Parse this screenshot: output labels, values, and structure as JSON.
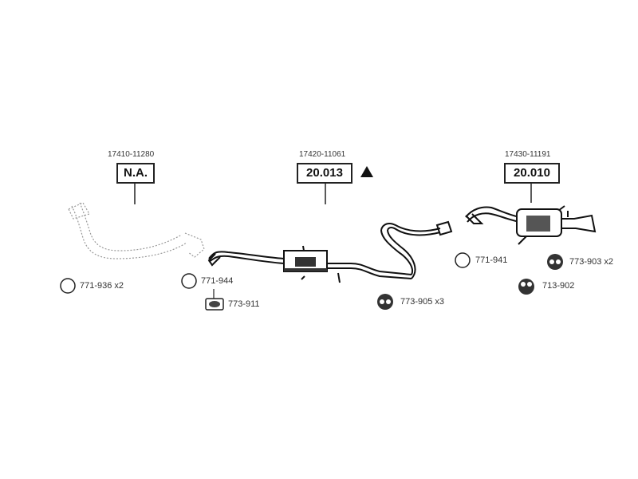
{
  "sections": [
    {
      "id": "front",
      "part_number": "17410-11280",
      "ref": "N.A."
    },
    {
      "id": "center",
      "part_number": "17420-11061",
      "ref": "20.013"
    },
    {
      "id": "rear",
      "part_number": "17430-11191",
      "ref": "20.010"
    }
  ],
  "parts": {
    "front_ring": "771-936 x2",
    "center_ring": "771-944",
    "center_gasket": "773-911",
    "center_hanger": "773-905 x3",
    "rear_ring": "771-941",
    "rear_hanger_a": "773-903 x2",
    "rear_hanger_b": "713-902"
  },
  "marker_icon": "warning-triangle-icon"
}
